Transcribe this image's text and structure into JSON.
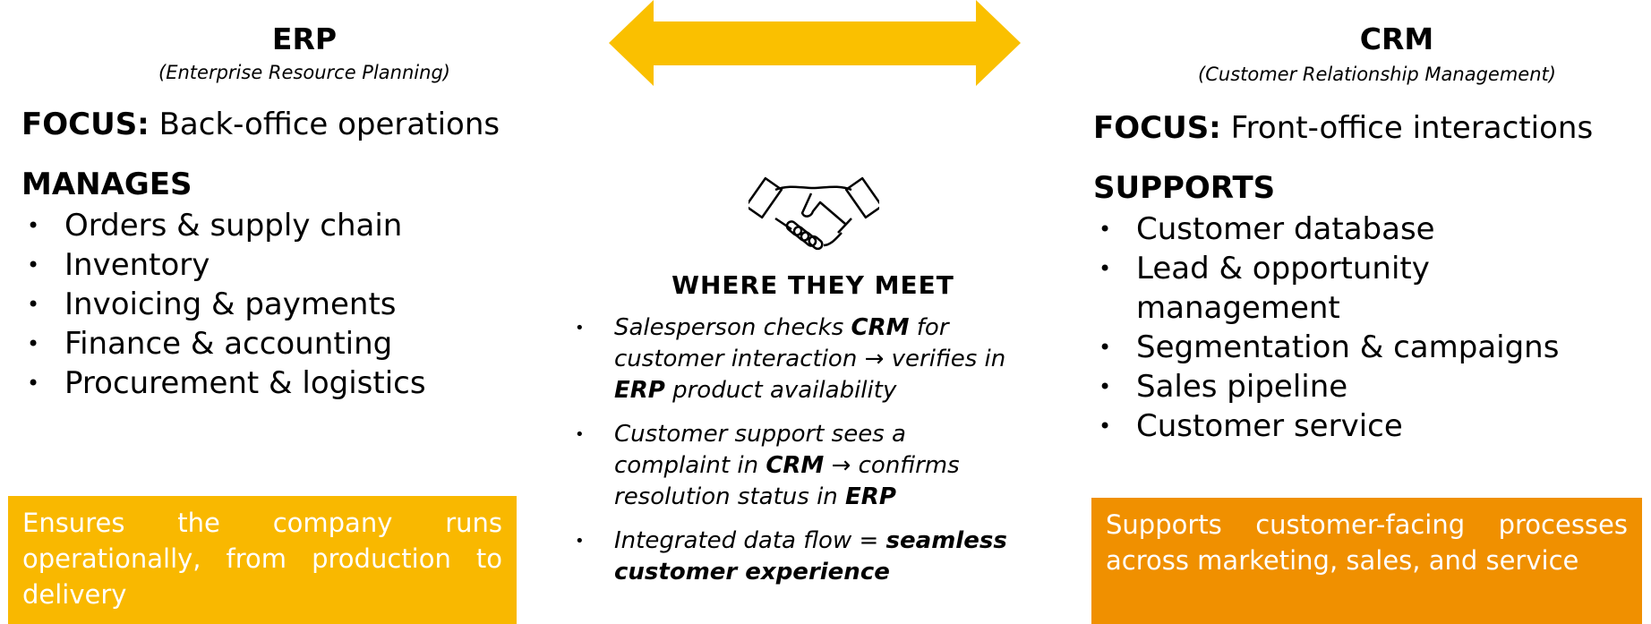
{
  "colors": {
    "arrow": "#FAC000",
    "erp_box": "#F9B800",
    "crm_box": "#F09000"
  },
  "erp": {
    "title": "ERP",
    "subtitle": "(Enterprise Resource Planning)",
    "focus_label": "FOCUS:",
    "focus_text": "Back-office operations",
    "section": "MANAGES",
    "items": [
      "Orders & supply chain",
      "Inventory",
      "Invoicing & payments",
      "Finance & accounting",
      "Procurement & logistics"
    ],
    "summary": "Ensures the company runs operationally, from production to delivery"
  },
  "crm": {
    "title": "CRM",
    "subtitle": "(Customer Relationship Management)",
    "focus_label": "FOCUS:",
    "focus_text": "Front-office interactions",
    "section": "SUPPORTS",
    "items": [
      "Customer database",
      "Lead & opportunity management",
      "Segmentation & campaigns",
      "Sales pipeline",
      "Customer service"
    ],
    "summary": "Supports customer-facing processes across marketing, sales, and service"
  },
  "meet": {
    "icon": "handshake-icon",
    "title": "WHERE THEY MEET",
    "items": [
      {
        "a": "Salesperson checks ",
        "b": "CRM",
        "c": " for customer interaction → verifies in ",
        "d": "ERP",
        "e": " product availability"
      },
      {
        "a": "Customer support sees a complaint in ",
        "b": "CRM",
        "c": " → confirms resolution status in ",
        "d": "ERP",
        "e": ""
      },
      {
        "a": "Integrated data flow = ",
        "b": "seamless customer experience",
        "c": "",
        "d": "",
        "e": ""
      }
    ]
  }
}
